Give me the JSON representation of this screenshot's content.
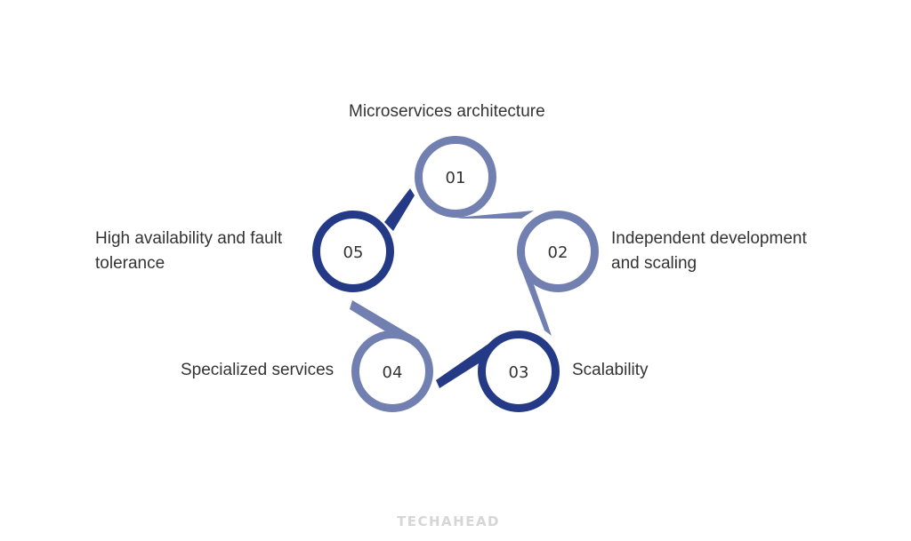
{
  "diagram": {
    "colors": {
      "light": "#7180b0",
      "dark": "#243a86",
      "text": "#333333",
      "logo": "#d6d6d6"
    },
    "steps": [
      {
        "number": "01",
        "label": "Microservices architecture"
      },
      {
        "number": "02",
        "label": "Independent development and scaling"
      },
      {
        "number": "03",
        "label": "Scalability"
      },
      {
        "number": "04",
        "label": "Specialized services"
      },
      {
        "number": "05",
        "label": "High availability and fault tolerance"
      }
    ],
    "label_lines": {
      "s1": "Microservices architecture",
      "s2a": "Independent development",
      "s2b": "and scaling",
      "s3": "Scalability",
      "s4": "Specialized services",
      "s5a": "High availability and fault",
      "s5b": "tolerance"
    }
  },
  "branding": {
    "logo_text": "TECHAHEAD"
  }
}
